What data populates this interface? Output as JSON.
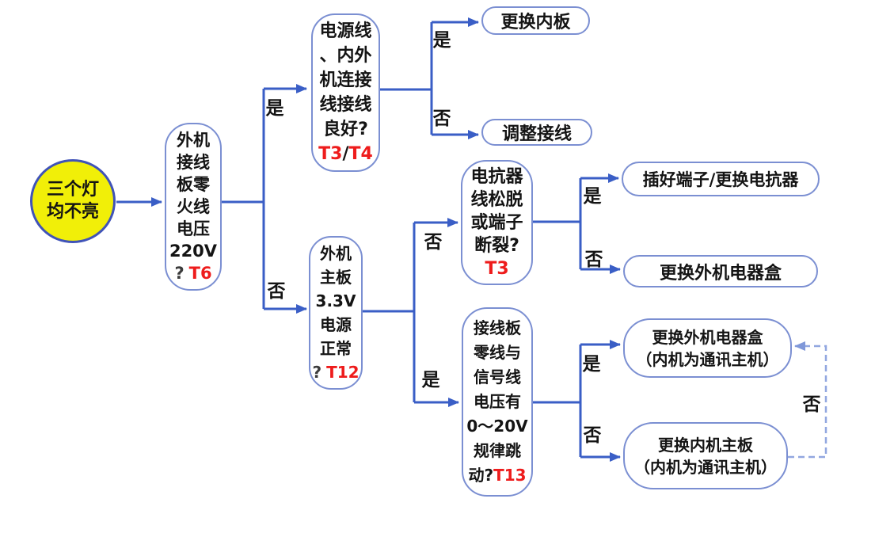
{
  "diagram": {
    "start": {
      "lines": [
        "三个灯",
        "均不亮"
      ]
    },
    "q1": {
      "lines": [
        "外机",
        "接线",
        "板零",
        "火线",
        "电压",
        "220V"
      ],
      "tail": "?",
      "code": "T6"
    },
    "q2": {
      "lines": [
        "电源线",
        "、内外",
        "机连接",
        "线接线",
        "良好?"
      ],
      "code_a": "T3",
      "slash": "/",
      "code_b": "T4"
    },
    "q3": {
      "lines": [
        "外机",
        "主板",
        "3.3V",
        "电源",
        "正常"
      ],
      "tail": "?",
      "code": "T12"
    },
    "q4": {
      "lines": [
        "电抗器",
        "线松脱",
        "或端子",
        "断裂?"
      ],
      "code": "T3"
    },
    "q5": {
      "lines": [
        "接线板",
        "零线与",
        "信号线",
        "电压有",
        "0～20V",
        "规律跳"
      ],
      "tail": "动?",
      "code": "T13"
    },
    "r1": {
      "label": "更换内板"
    },
    "r2": {
      "label": "调整接线"
    },
    "r3": {
      "label": "插好端子/更换电抗器"
    },
    "r4": {
      "label": "更换外机电器盒"
    },
    "r5": {
      "lines": [
        "更换外机电器盒",
        "（内机为通讯主机）"
      ]
    },
    "r6": {
      "lines": [
        "更换内机主板",
        "（内机为通讯主机）"
      ]
    },
    "labels": {
      "yes": "是",
      "no": "否"
    }
  },
  "colors": {
    "line_blue": "#3a5ec6",
    "box_border": "#7b8fd2",
    "dashed_blue": "#92a7e0",
    "circle_fill": "#f1ef08",
    "circle_border": "#4053b8",
    "code_red": "#ee1c1c",
    "text": "#141414"
  }
}
